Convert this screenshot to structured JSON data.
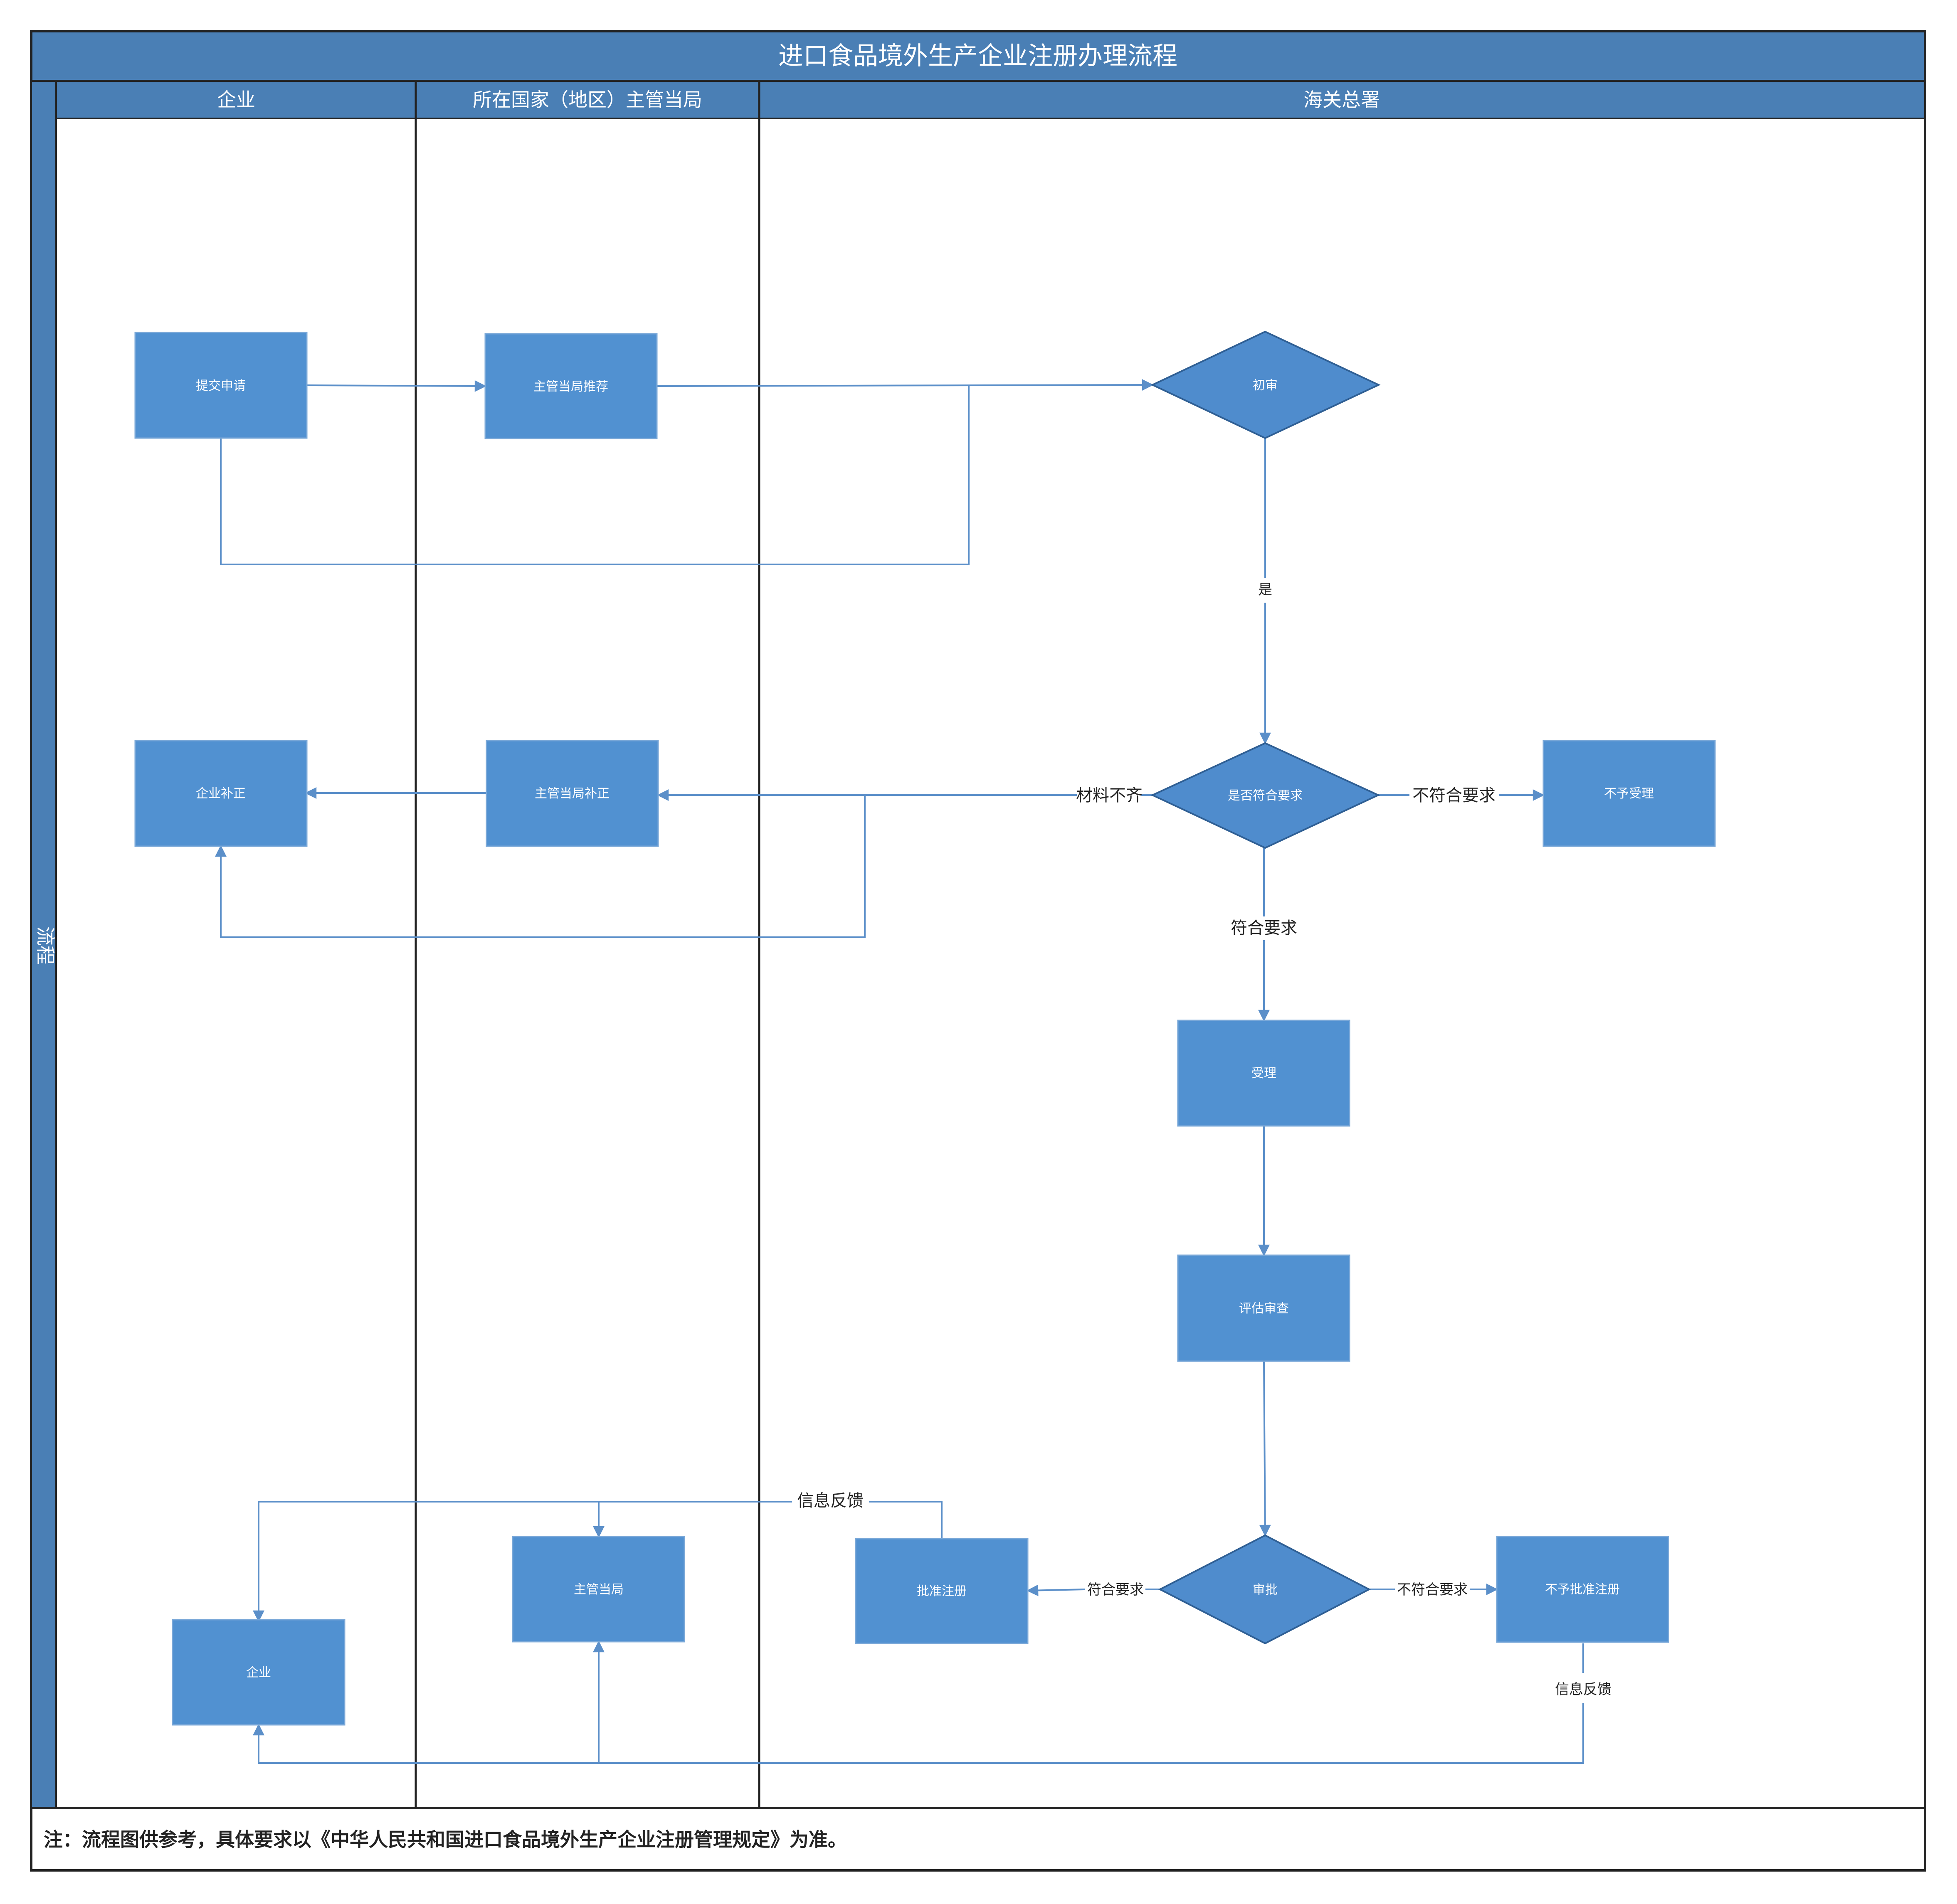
{
  "title": "进口食品境外生产企业注册办理流程",
  "side_label": "流程",
  "lanes": [
    {
      "label": "企业"
    },
    {
      "label": "所在国家（地区）主管当局"
    },
    {
      "label": "海关总署"
    }
  ],
  "nodes": {
    "submit": "提交申请",
    "authority_recommend": "主管当局推荐",
    "initial_review": "初审",
    "requirements_check": "是否符合要求",
    "reject": "不予受理",
    "enterprise_supplement": "企业补正",
    "authority_supplement": "主管当局补正",
    "accept": "受理",
    "evaluation": "评估审查",
    "approval": "审批",
    "approve_registration": "批准注册",
    "deny_registration": "不予批准注册",
    "authority": "主管当局",
    "enterprise": "企业"
  },
  "edge_labels": {
    "yes": "是",
    "incomplete": "材料不齐",
    "noncompliant": "不符合要求",
    "compliant": "符合要求",
    "approval_compliant": "符合要求",
    "approval_noncompliant": "不符合要求",
    "feedback_top": "信息反馈",
    "feedback_right": "信息反馈"
  },
  "footnote": "注：流程图供参考，具体要求以《中华人民共和国进口食品境外生产企业注册管理规定》为准。",
  "colors": {
    "header": "#4a7fb5",
    "node": "#5191d1",
    "edge": "#5b8fc9",
    "border": "#222222"
  }
}
